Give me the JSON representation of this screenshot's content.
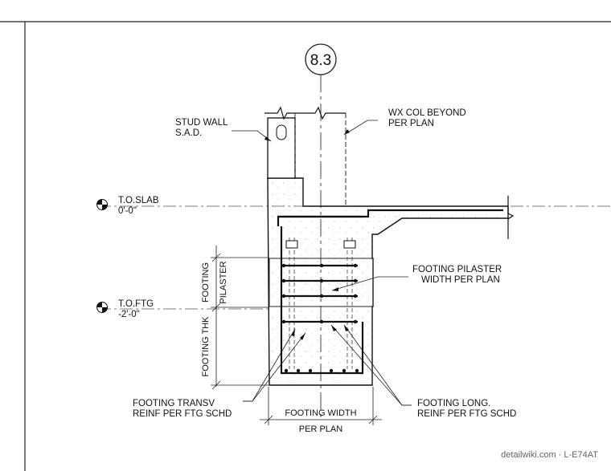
{
  "grid_bubble": "8.3",
  "labels": {
    "stud_wall": [
      "STUD WALL",
      "S.A.D."
    ],
    "wx_col": [
      "WX COL BEYOND",
      "PER PLAN"
    ],
    "pilaster_width": [
      "FOOTING PILASTER",
      "WIDTH PER PLAN"
    ],
    "transv_reinf": [
      "FOOTING TRANSV",
      "REINF PER FTG SCHD"
    ],
    "long_reinf": [
      "FOOTING LONG.",
      "REINF PER FTG SCHD"
    ]
  },
  "elevations": {
    "slab": {
      "name": "T.O.SLAB",
      "value": "0'-0\""
    },
    "footing": {
      "name": "T.O.FTG",
      "value": "-2'-0\""
    }
  },
  "dimensions": {
    "footing_pilaster": [
      "FOOTING",
      "PILASTER"
    ],
    "footing_thk": "FOOTING THK",
    "footing_width": "FOOTING WIDTH",
    "per_plan": "PER PLAN"
  },
  "watermark": "detailwiki.com · L-E74AT"
}
